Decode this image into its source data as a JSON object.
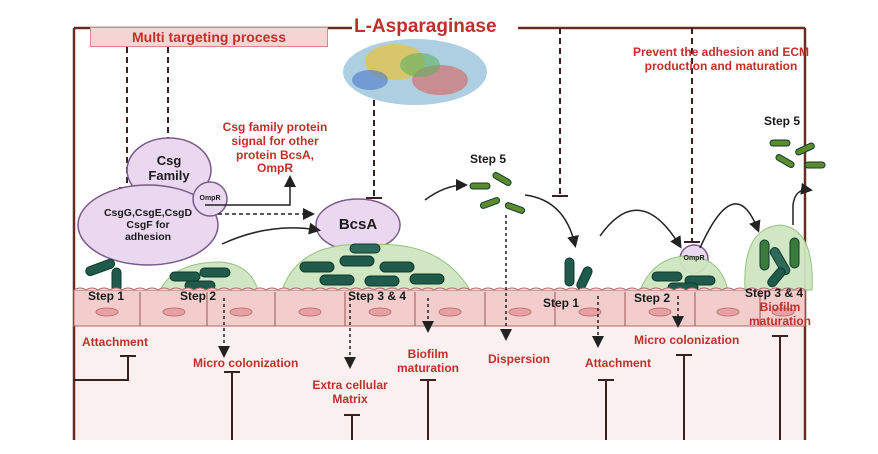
{
  "title": "L-Asparaginase",
  "multi_targeting": "Multi targeting process",
  "prevent_note": [
    "Prevent the adhesion and ECM",
    "production and maturation"
  ],
  "csg_note": [
    "Csg family protein",
    "signal for other",
    "protein BcsA,",
    "OmpR"
  ],
  "csg_family": [
    "Csg",
    "Family"
  ],
  "ompr": "OmpR",
  "csg_genes": [
    "CsgG,CsgE,CsgD",
    "CsgF for",
    "adhesion"
  ],
  "bcsa": "BcsA",
  "steps": {
    "left_step1": "Step 1",
    "left_step2": "Step 2",
    "left_step34": "Step 3 & 4",
    "left_step5": "Step 5",
    "right_step1": "Step 1",
    "right_step2": "Step 2",
    "right_step34": "Step 3 & 4",
    "right_step5": "Step 5"
  },
  "stages": {
    "attachment_left": "Attachment",
    "micro_left": "Micro colonization",
    "ecm": [
      "Extra cellular",
      "Matrix"
    ],
    "biofilm_left": [
      "Biofilm",
      "maturation"
    ],
    "dispersion": "Dispersion",
    "attachment_right": "Attachment",
    "micro_right": "Micro colonization",
    "biofilm_right": [
      "Biofilm",
      "maturation"
    ]
  },
  "colors": {
    "accent_red": "#c0302a",
    "frame_brown": "#6b2a22",
    "ellipse_fill": "#ead8f0",
    "ellipse_stroke": "#7a5a8a",
    "tissue_fill": "#f3cccc",
    "tissue_stroke": "#b06868",
    "biofilm_green": "#cfe6c0",
    "bacteria_dark": "#1f5a4a",
    "bacteria_olive": "#5c8a2e"
  }
}
